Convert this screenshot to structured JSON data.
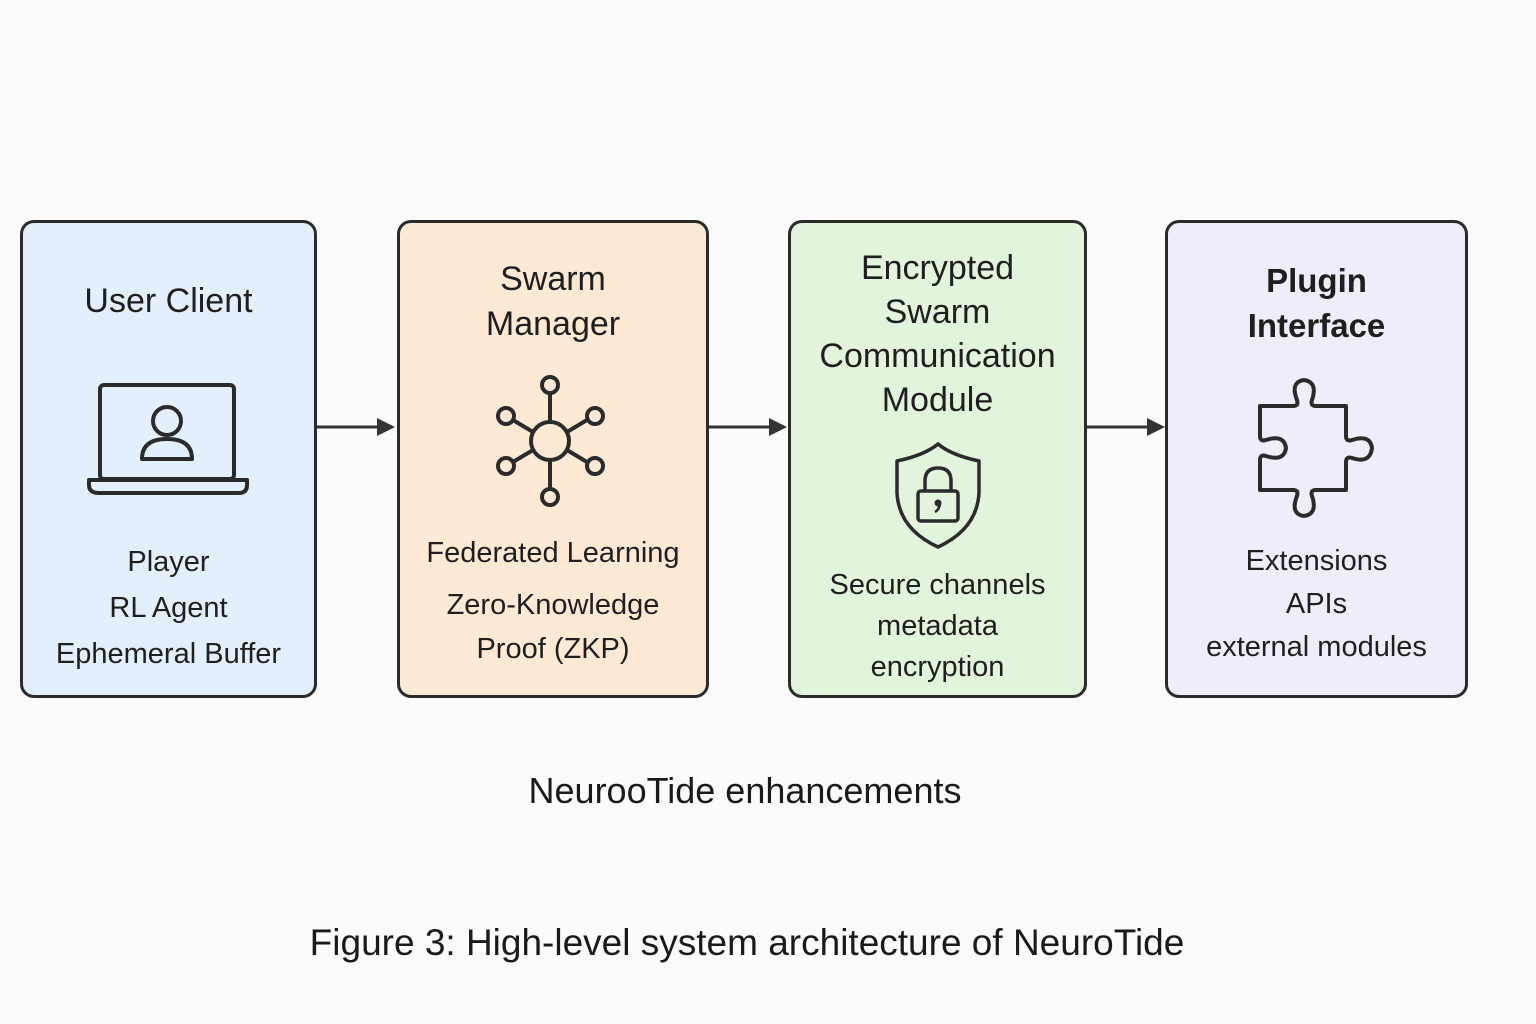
{
  "diagram": {
    "components": [
      {
        "id": "user-client",
        "title": [
          "User Client"
        ],
        "icon": "laptop-user-icon",
        "items": [
          "Player",
          "RL Agent",
          "Ephemeral Buffer"
        ],
        "color": "#e3f0fb"
      },
      {
        "id": "swarm-manager",
        "title": [
          "Swarm",
          "Manager"
        ],
        "icon": "network-hub-icon",
        "items": [
          "Federated Learning",
          "Zero-Knowledge",
          "Proof (ZKP)"
        ],
        "color": "#fde9d4"
      },
      {
        "id": "encrypted-swarm-communication-module",
        "title": [
          "Encrypted",
          "Swarm",
          "Communication",
          "Module"
        ],
        "icon": "shield-lock-icon",
        "items": [
          "Secure channels",
          "metadata",
          "encryption"
        ],
        "color": "#e2f5dc"
      },
      {
        "id": "plugin-interface",
        "title": [
          "Plugin",
          "Interface"
        ],
        "icon": "puzzle-piece-icon",
        "items": [
          "Extensions",
          "APIs",
          "external modules"
        ],
        "color": "#eeedf9"
      }
    ],
    "edges": [
      {
        "from": "user-client",
        "to": "swarm-manager"
      },
      {
        "from": "swarm-manager",
        "to": "encrypted-swarm-communication-module"
      },
      {
        "from": "encrypted-swarm-communication-module",
        "to": "plugin-interface"
      }
    ],
    "subcaption": "NeurooTide enhancements",
    "caption": "Figure 3: High-level system architecture of NeuroTide"
  }
}
